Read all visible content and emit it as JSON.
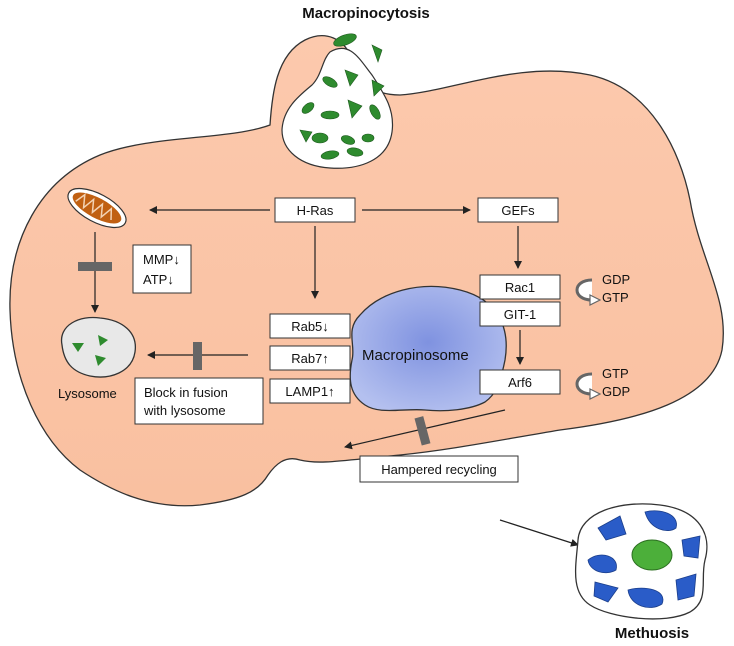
{
  "title_top": "Macropinocytosis",
  "title_bottom": "Methuosis",
  "nodes": {
    "hras": "H-Ras",
    "gefs": "GEFs",
    "rac1": "Rac1",
    "git1": "GIT-1",
    "arf6": "Arf6",
    "rab5": "Rab5↓",
    "rab7": "Rab7↑",
    "lamp1": "LAMP1↑",
    "mmp": "MMP↓",
    "atp": "ATP↓",
    "block_line1": "Block in fusion",
    "block_line2": "with lysosome",
    "hampered": "Hampered recycling",
    "macropinosome": "Macropinosome",
    "lysosome": "Lysosome",
    "rac1_gdp": "GDP",
    "rac1_gtp": "GTP",
    "arf6_gtp": "GTP",
    "arf6_gdp": "GDP"
  },
  "colors": {
    "cell_fill": "#fbc7aa",
    "cell_stroke": "#333333",
    "macropinosome": "#9aaee6",
    "vesicle_green": "#2e8b2e",
    "methuosis_blue": "#2a5cc8",
    "mitochondria": "#c06012",
    "inhibitor": "#666666"
  }
}
